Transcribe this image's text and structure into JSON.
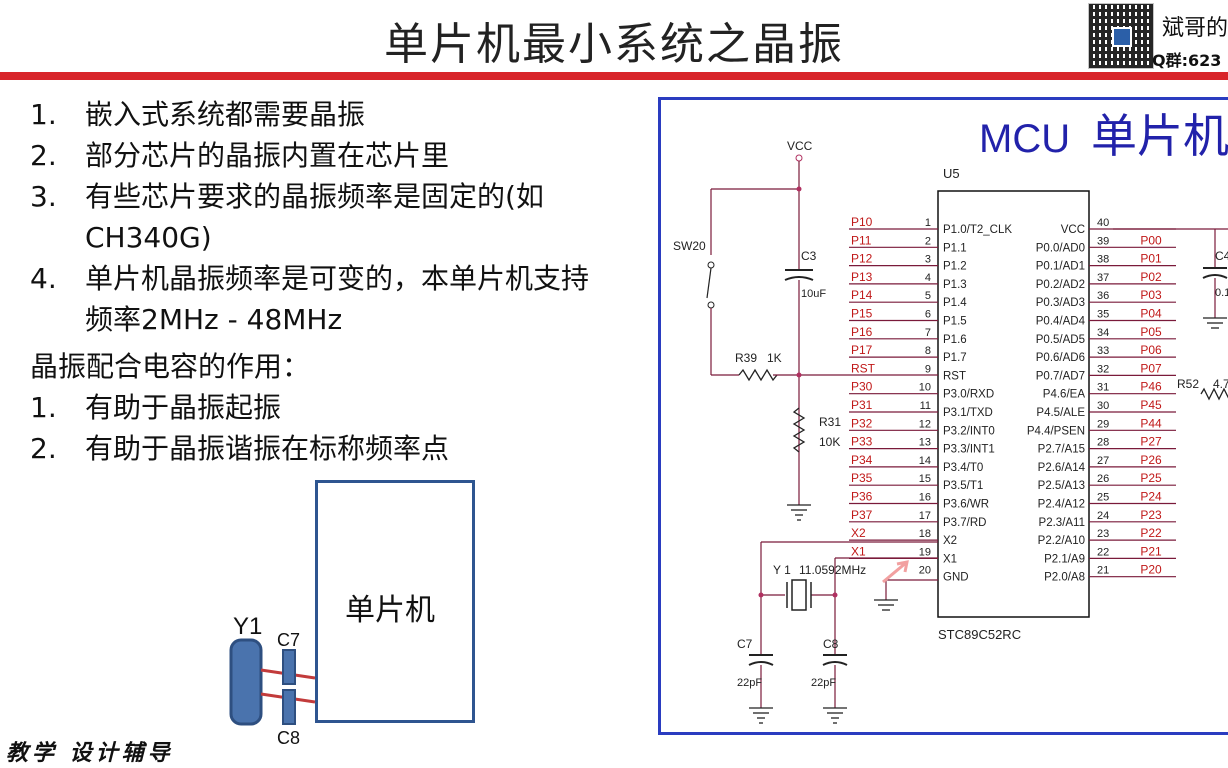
{
  "title": "单片机最小系统之晶振",
  "header": {
    "author": "斌哥的",
    "qq": "Q群:623"
  },
  "list1": [
    {
      "num": "1.",
      "text": "嵌入式系统都需要晶振"
    },
    {
      "num": "2.",
      "text": "部分芯片的晶振内置在芯片里"
    },
    {
      "num": "3.",
      "text": "有些芯片要求的晶振频率是固定的(如CH340G)"
    },
    {
      "num": "4.",
      "text": "单片机晶振频率是可变的，本单片机支持频率2MHz - 48MHz"
    }
  ],
  "caps_heading": "晶振配合电容的作用：",
  "list2": [
    {
      "num": "1.",
      "text": "有助于晶振起振"
    },
    {
      "num": "2.",
      "text": "有助于晶振谐振在标称频率点"
    }
  ],
  "mini_diagram": {
    "mcu": "单片机",
    "crystal": "Y1",
    "cap_top": "C7",
    "cap_bottom": "C8"
  },
  "footer": "教学 设计辅导",
  "schematic": {
    "header_left": "MCU",
    "header_right": "单片机",
    "chip_ref": "U5",
    "chip_part": "STC89C52RC",
    "vcc": "VCC",
    "sw": "SW20",
    "c3": "C3",
    "c3_val": "10uF",
    "r39": "R39",
    "r39_val": "1K",
    "r31": "R31",
    "r31_val": "10K",
    "c4": "C4",
    "c4_val": "0.1",
    "r52": "R52",
    "r52_val": "4.7",
    "y1": "Y 1",
    "y1_freq": "11.0592MHz",
    "c7": "C7",
    "c8": "C8",
    "cap_val": "22pF",
    "left_pins": [
      {
        "net": "P10",
        "num": "1",
        "name": "P1.0/T2_CLK"
      },
      {
        "net": "P11",
        "num": "2",
        "name": "P1.1"
      },
      {
        "net": "P12",
        "num": "3",
        "name": "P1.2"
      },
      {
        "net": "P13",
        "num": "4",
        "name": "P1.3"
      },
      {
        "net": "P14",
        "num": "5",
        "name": "P1.4"
      },
      {
        "net": "P15",
        "num": "6",
        "name": "P1.5"
      },
      {
        "net": "P16",
        "num": "7",
        "name": "P1.6"
      },
      {
        "net": "P17",
        "num": "8",
        "name": "P1.7"
      },
      {
        "net": "RST",
        "num": "9",
        "name": "RST"
      },
      {
        "net": "P30",
        "num": "10",
        "name": "P3.0/RXD"
      },
      {
        "net": "P31",
        "num": "11",
        "name": "P3.1/TXD"
      },
      {
        "net": "P32",
        "num": "12",
        "name": "P3.2/INT0"
      },
      {
        "net": "P33",
        "num": "13",
        "name": "P3.3/INT1"
      },
      {
        "net": "P34",
        "num": "14",
        "name": "P3.4/T0"
      },
      {
        "net": "P35",
        "num": "15",
        "name": "P3.5/T1"
      },
      {
        "net": "P36",
        "num": "16",
        "name": "P3.6/WR"
      },
      {
        "net": "P37",
        "num": "17",
        "name": "P3.7/RD"
      },
      {
        "net": "X2",
        "num": "18",
        "name": "X2"
      },
      {
        "net": "X1",
        "num": "19",
        "name": "X1"
      },
      {
        "net": "",
        "num": "20",
        "name": "GND"
      }
    ],
    "right_pins": [
      {
        "num": "40",
        "name": "VCC",
        "net": ""
      },
      {
        "num": "39",
        "name": "P0.0/AD0",
        "net": "P00"
      },
      {
        "num": "38",
        "name": "P0.1/AD1",
        "net": "P01"
      },
      {
        "num": "37",
        "name": "P0.2/AD2",
        "net": "P02"
      },
      {
        "num": "36",
        "name": "P0.3/AD3",
        "net": "P03"
      },
      {
        "num": "35",
        "name": "P0.4/AD4",
        "net": "P04"
      },
      {
        "num": "34",
        "name": "P0.5/AD5",
        "net": "P05"
      },
      {
        "num": "33",
        "name": "P0.6/AD6",
        "net": "P06"
      },
      {
        "num": "32",
        "name": "P0.7/AD7",
        "net": "P07"
      },
      {
        "num": "31",
        "name": "P4.6/EA",
        "net": "P46"
      },
      {
        "num": "30",
        "name": "P4.5/ALE",
        "net": "P45"
      },
      {
        "num": "29",
        "name": "P4.4/PSEN",
        "net": "P44"
      },
      {
        "num": "28",
        "name": "P2.7/A15",
        "net": "P27"
      },
      {
        "num": "27",
        "name": "P2.6/A14",
        "net": "P26"
      },
      {
        "num": "26",
        "name": "P2.5/A13",
        "net": "P25"
      },
      {
        "num": "25",
        "name": "P2.4/A12",
        "net": "P24"
      },
      {
        "num": "24",
        "name": "P2.3/A11",
        "net": "P23"
      },
      {
        "num": "23",
        "name": "P2.2/A10",
        "net": "P22"
      },
      {
        "num": "22",
        "name": "P2.1/A9",
        "net": "P21"
      },
      {
        "num": "21",
        "name": "P2.0/A8",
        "net": "P20"
      }
    ]
  }
}
